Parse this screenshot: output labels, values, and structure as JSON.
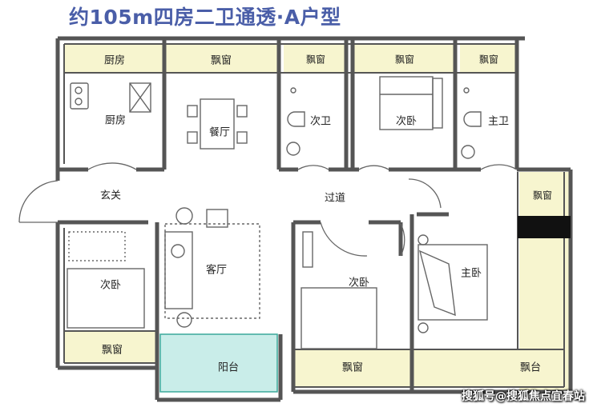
{
  "title": "约105m四房二卫通透·A户型",
  "rooms": {
    "kitchen_window": "厨房",
    "dining_window": "飘窗",
    "bath2_window": "飘窗",
    "bed2_window": "飘窗",
    "mainbath_window": "飘窗",
    "kitchen": "厨房",
    "dining": "餐厅",
    "bath2": "次卫",
    "bed_top": "次卧",
    "mainbath": "主卫",
    "right_window": "飘窗",
    "entry": "玄关",
    "corridor": "过道",
    "bed_left": "次卧",
    "living": "客厅",
    "bed_mid": "次卧",
    "master": "主卧",
    "bed_left_window": "飘窗",
    "balcony": "阳台",
    "bed_mid_window": "飘窗",
    "master_balcony": "飘台"
  },
  "watermark": "搜狐号@搜狐焦点宜春站",
  "colors": {
    "wall": "#555555",
    "window_fill": "#f7f5cf",
    "balcony_fill": "#c9ede9",
    "furniture": "#666666",
    "title": "#4a5ea8"
  }
}
